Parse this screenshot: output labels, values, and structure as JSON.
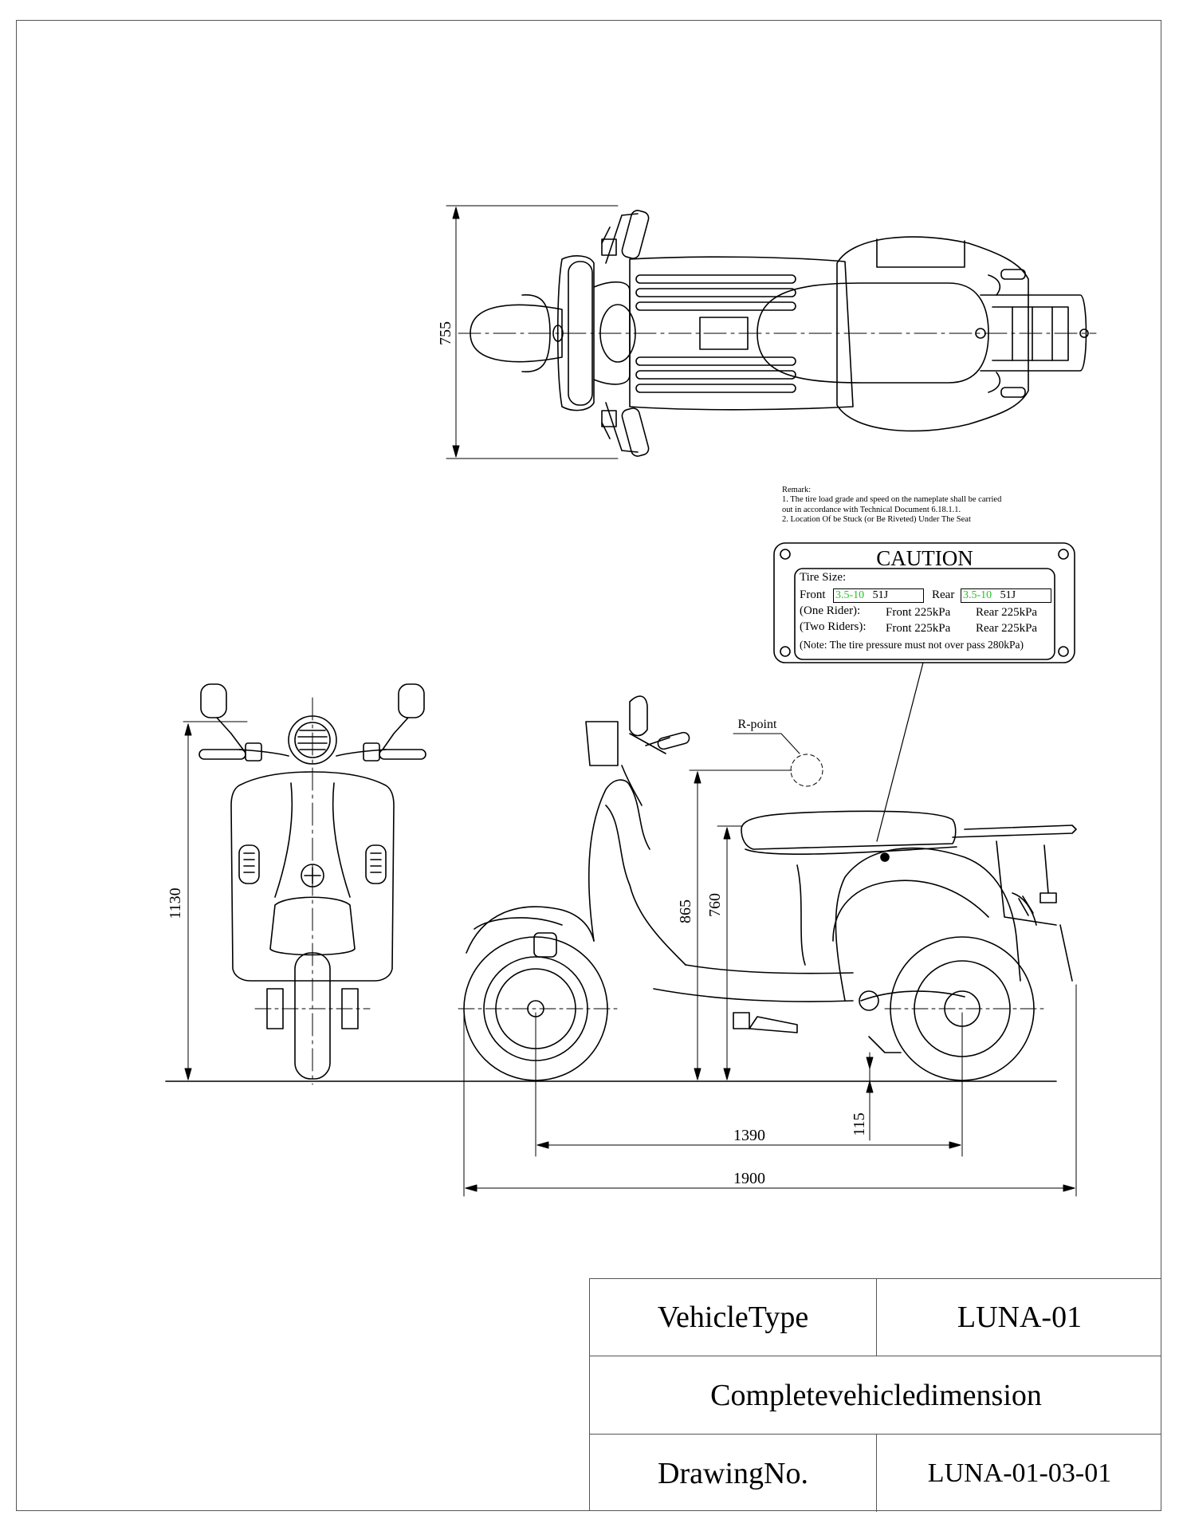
{
  "dimensions": {
    "top_width": "755",
    "front_height": "1130",
    "seat_top_height": "865",
    "seat_height": "760",
    "ground_clearance": "115",
    "wheelbase": "1390",
    "overall_length": "1900"
  },
  "labels": {
    "r_point": "R-point"
  },
  "remark": {
    "title": "Remark:",
    "line1": "1. The tire load grade and speed on the nameplate shall be carried",
    "line2": "out in accordance with Technical Document 6.18.1.1.",
    "line3": "2. Location Of be Stuck (or Be Riveted) Under The Seat"
  },
  "caution_plate": {
    "title": "CAUTION",
    "tire_size_label": "Tire Size:",
    "front_label": "Front",
    "front_size": "3.5-10",
    "front_load": "51J",
    "rear_label": "Rear",
    "rear_size": "3.5-10",
    "rear_load": "51J",
    "one_rider": "(One Rider):",
    "one_front": "Front 225kPa",
    "one_rear": "Rear 225kPa",
    "two_riders": "(Two Riders):",
    "two_front": "Front 225kPa",
    "two_rear": "Rear 225kPa",
    "note": "(Note: The tire pressure must not over pass 280kPa)",
    "highlight_color": "#22c422"
  },
  "title_block": {
    "vehicle_type_label": "VehicleType",
    "vehicle_type_value": "LUNA-01",
    "description": "Completevehicledimension",
    "drawing_no_label": "DrawingNo.",
    "drawing_no_value": "LUNA-01-03-01"
  }
}
